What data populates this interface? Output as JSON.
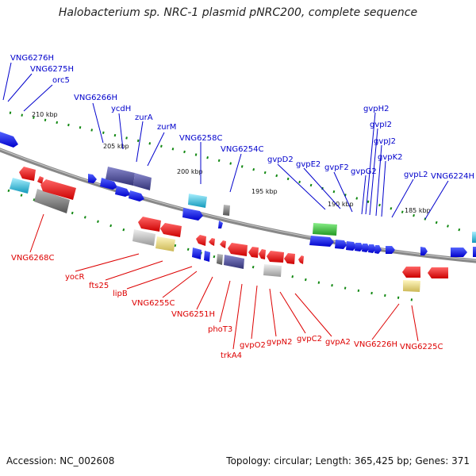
{
  "title": "Halobacterium sp. NRC-1 plasmid pNRC200, complete sequence",
  "footer": {
    "accession": "Accession: NC_002608",
    "summary": "Topology: circular; Length: 365,425 bp; Genes: 371"
  },
  "colors": {
    "forward_label": "#0000cc",
    "reverse_label": "#dd0000",
    "forward_gene": "#0000ee",
    "reverse_gene": "#ee0000",
    "backbone": "#888888",
    "ticks": "#118811",
    "rna_green": "#33bb33",
    "cyan": "#33ccdd",
    "gray": "#888888",
    "yellow": "#eedd88",
    "purple": "#555599"
  },
  "kbp_ticks": [
    "210 kbp",
    "205 kbp",
    "200 kbp",
    "195 kbp",
    "190 kbp",
    "185 kbp"
  ],
  "forward_labels": [
    "VNG6276H",
    "VNG6275H",
    "orc5",
    "VNG6266H",
    "ycdH",
    "zurA",
    "zurM",
    "VNG6258C",
    "VNG6254C",
    "gvpD2",
    "gvpE2",
    "gvpF2",
    "gvpG2",
    "gvpH2",
    "gvpI2",
    "gvpJ2",
    "gvpK2",
    "gvpL2",
    "VNG6224H"
  ],
  "reverse_labels": [
    "VNG6268C",
    "yocR",
    "fts25",
    "lipB",
    "VNG6255C",
    "VNG6251H",
    "phoT3",
    "trkA4",
    "gvpO2",
    "gvpN2",
    "gvpC2",
    "gvpA2",
    "VNG6226H",
    "VNG6225C"
  ]
}
